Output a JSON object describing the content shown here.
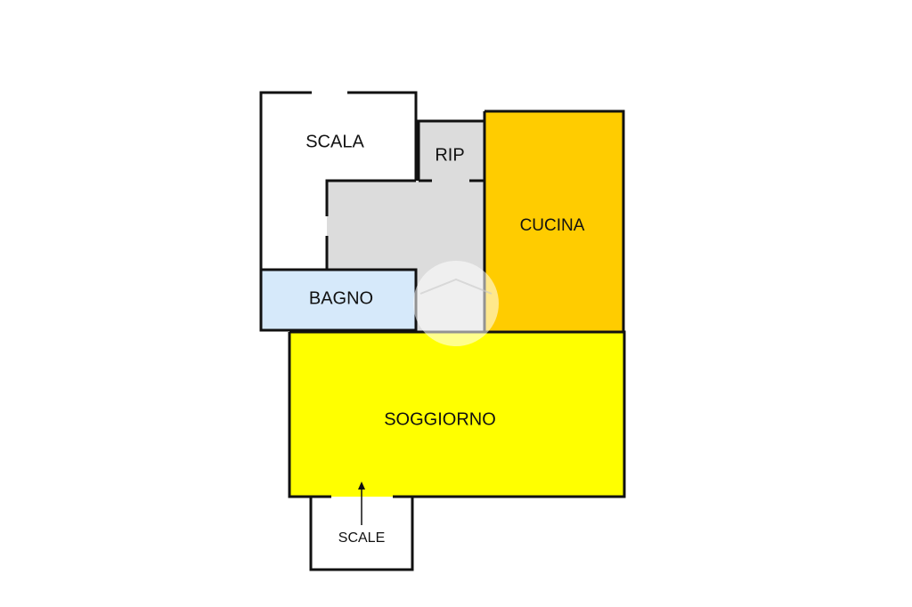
{
  "rooms": {
    "scala": {
      "label": "SCALA",
      "color": "#FFFFFF"
    },
    "rip": {
      "label": "RIP",
      "color": "#DCDCDC"
    },
    "cucina": {
      "label": "CUCINA",
      "color": "#FFCC00"
    },
    "bagno": {
      "label": "BAGNO",
      "color": "#D6E9FA"
    },
    "soggiorno": {
      "label": "SOGGIORNO",
      "color": "#FFFF00"
    },
    "scale": {
      "label": "SCALE",
      "color": "#FFFFFF"
    }
  },
  "wall_color": "#111111"
}
